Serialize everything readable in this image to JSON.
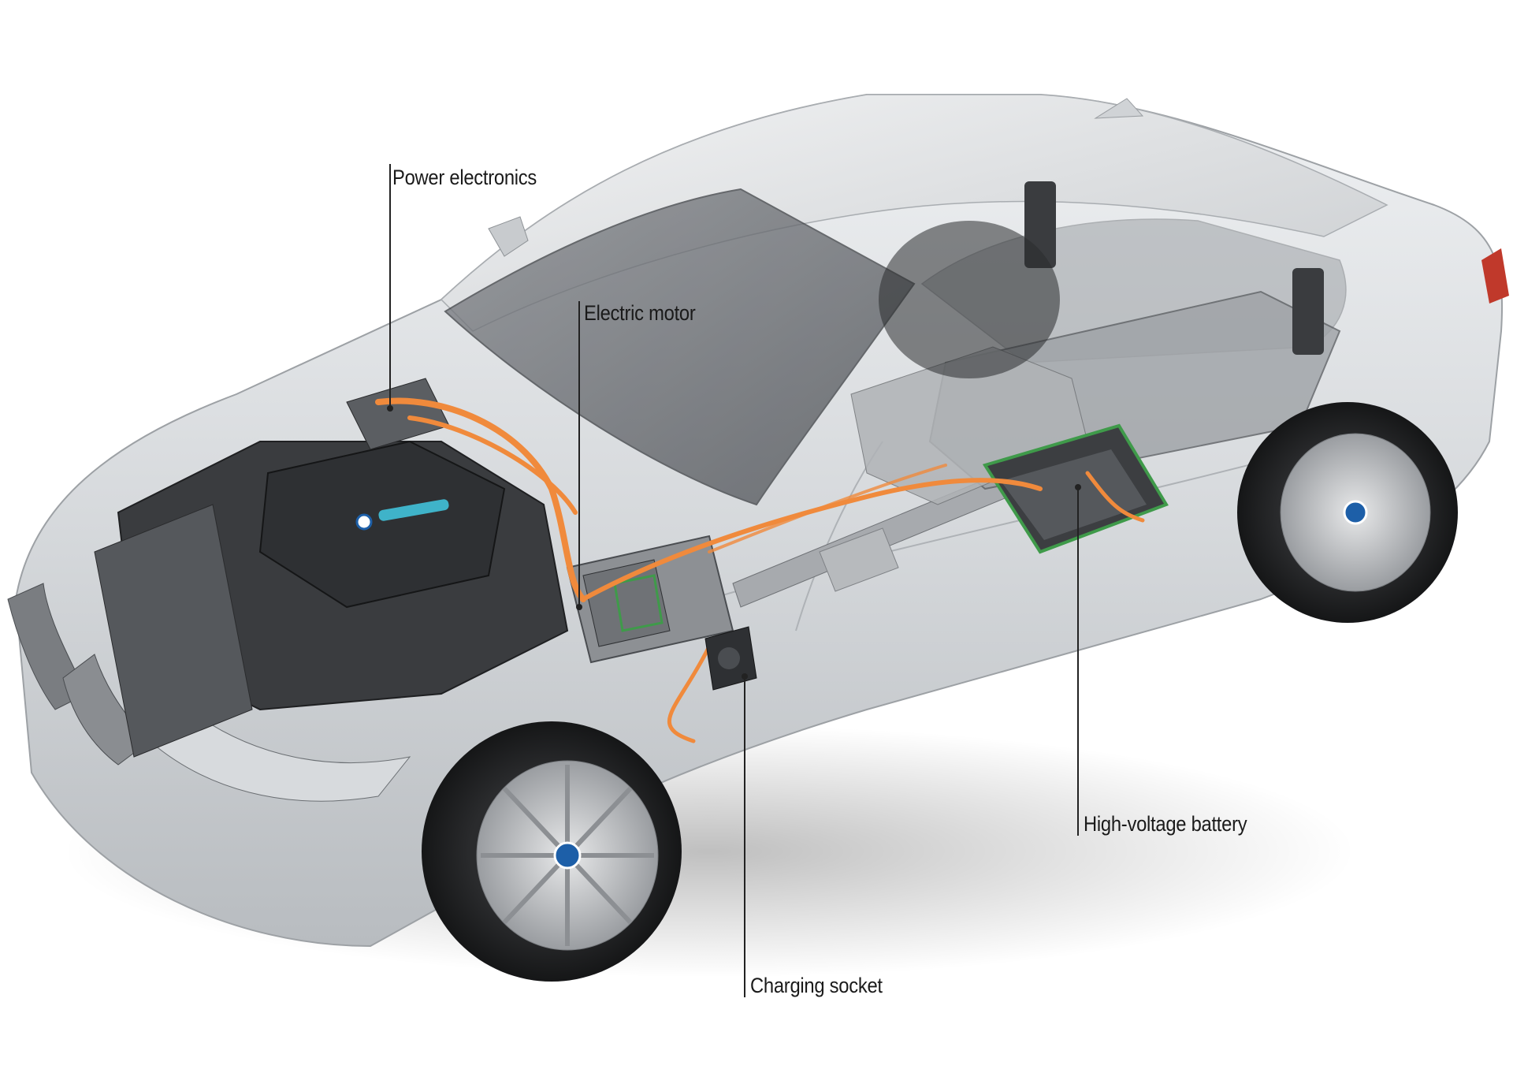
{
  "diagram": {
    "callouts": [
      {
        "id": "power-electronics",
        "label": "Power electronics"
      },
      {
        "id": "electric-motor",
        "label": "Electric motor"
      },
      {
        "id": "high-voltage-battery",
        "label": "High-voltage battery"
      },
      {
        "id": "charging-socket",
        "label": "Charging socket"
      }
    ],
    "colors": {
      "background": "#ffffff",
      "body_paint": "#d9dbde",
      "high_voltage_cable": "#f08a3c",
      "battery_outline": "#3f9a4a",
      "engine_block": "#2e3033",
      "label_text": "#1a1a1a"
    },
    "illustration": "car-cutaway-hybrid-drivetrain"
  }
}
